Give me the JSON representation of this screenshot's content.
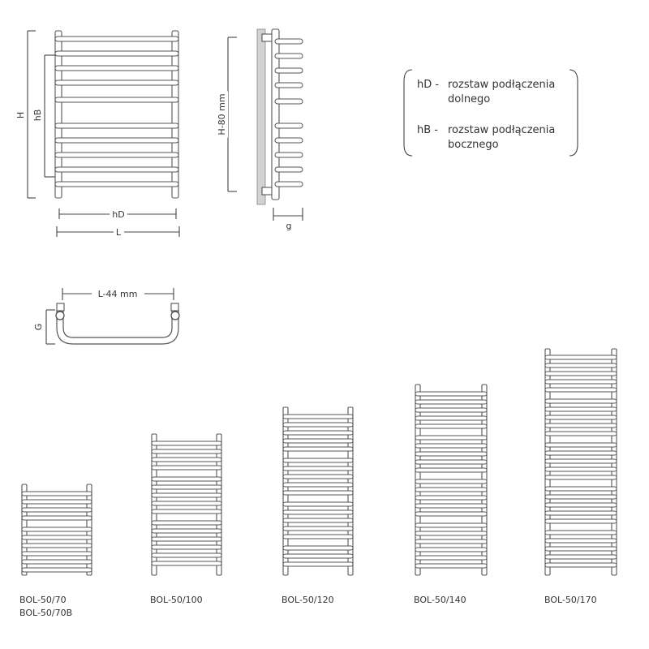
{
  "front_view": {
    "label_H": "H",
    "label_hB": "hB",
    "label_hD": "hD",
    "label_L": "L"
  },
  "side_view": {
    "label_height": "H-80 mm",
    "label_g": "g"
  },
  "top_view": {
    "label_width": "L-44 mm",
    "label_G": "G"
  },
  "legend": {
    "items": [
      {
        "code": "hD -",
        "line1": "rozstaw podłączenia",
        "line2": "dolnego"
      },
      {
        "code": "hB -",
        "line1": "rozstaw podłączenia",
        "line2": "bocznego"
      }
    ]
  },
  "models": [
    {
      "line1": "BOL-50/70",
      "line2": "BOL-50/70B"
    },
    {
      "line1": "BOL-50/100",
      "line2": ""
    },
    {
      "line1": "BOL-50/120",
      "line2": ""
    },
    {
      "line1": "BOL-50/140",
      "line2": ""
    },
    {
      "line1": "BOL-50/170",
      "line2": ""
    }
  ]
}
